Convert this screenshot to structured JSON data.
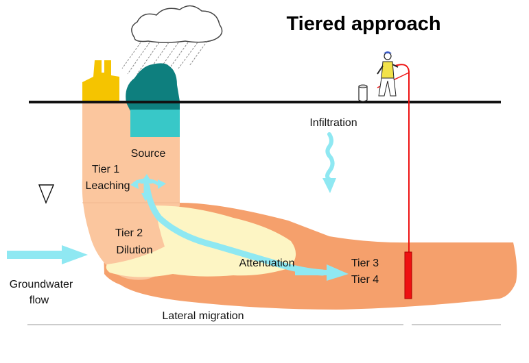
{
  "title": "Tiered approach",
  "labels": {
    "source": "Source",
    "tier1": "Tier 1",
    "leaching": "Leaching",
    "tier2": "Tier 2",
    "dilution": "Dilution",
    "attenuation": "Attenuation",
    "tier3": "Tier 3",
    "tier4": "Tier 4",
    "infiltration": "Infiltration",
    "groundwater_line1": "Groundwater",
    "groundwater_line2": "flow",
    "lateral_migration": "Lateral migration"
  },
  "colors": {
    "plume_outer": "#f5a06c",
    "soil_column": "#fbc69e",
    "plume_inner": "#fdf5c4",
    "water_arrow": "#8fe8f2",
    "source_top": "#0e7f7e",
    "source_bottom": "#38c8c8",
    "factory": "#f5c400",
    "well": "#ee1111",
    "ground": "#111111"
  },
  "icons": {
    "cloud": "rain-cloud-icon",
    "factory": "factory-icon",
    "worker": "worker-sampling-icon",
    "water_table": "water-table-triangle-icon",
    "well": "monitoring-well-icon"
  }
}
